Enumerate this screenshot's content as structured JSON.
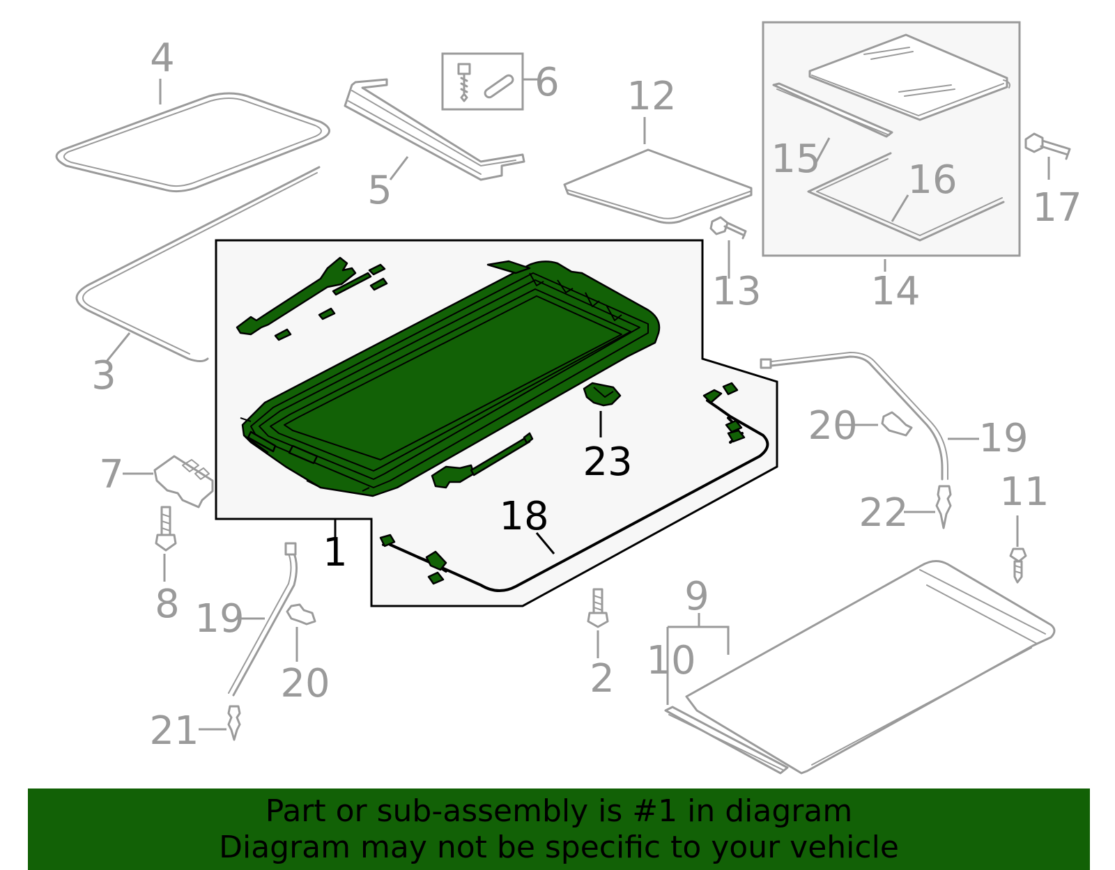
{
  "colors": {
    "highlight": "#126106",
    "part_outline": "#9a9a9a",
    "callout_highlight": "#000000",
    "banner_bg": "#126106"
  },
  "callouts": {
    "c1": "1",
    "c2": "2",
    "c3": "3",
    "c4": "4",
    "c5": "5",
    "c6": "6",
    "c7": "7",
    "c8": "8",
    "c9": "9",
    "c10": "10",
    "c11": "11",
    "c12": "12",
    "c13": "13",
    "c14": "14",
    "c15": "15",
    "c16": "16",
    "c17": "17",
    "c18": "18",
    "c19a": "19",
    "c19b": "19",
    "c20a": "20",
    "c20b": "20",
    "c21": "21",
    "c22": "22",
    "c23": "23"
  },
  "highlighted_part": "1",
  "banner": {
    "line1": "Part or sub-assembly is #1 in diagram",
    "line2": "Diagram may not be specific to your vehicle"
  }
}
